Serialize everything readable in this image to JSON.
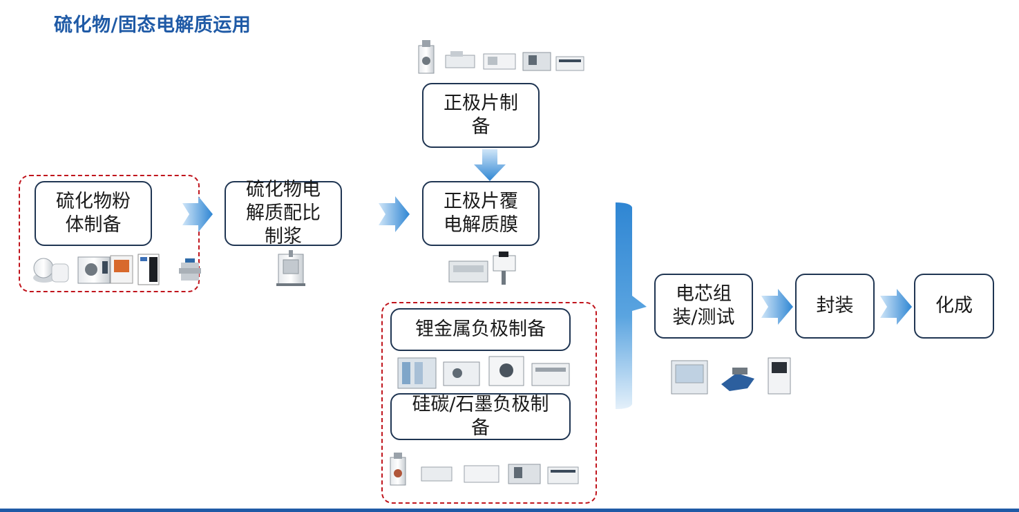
{
  "title": "硫化物/固态电解质运用",
  "nodes": {
    "powder": "硫化物粉体制备",
    "slurry": "硫化物电解质配比制浆",
    "cathode": "正极片制备",
    "coat": "正极片覆电解质膜",
    "li_anode": "锂金属负极制备",
    "si_anode": "硅碳/石墨负极制备",
    "assembly": "电芯组装/测试",
    "package": "封装",
    "formation": "化成"
  },
  "colors": {
    "title": "#1f5aa6",
    "box_border": "#1f3552",
    "dashed": "#c0141c",
    "arrow": "#3a8fd6",
    "bar": "#1f5aa6"
  }
}
